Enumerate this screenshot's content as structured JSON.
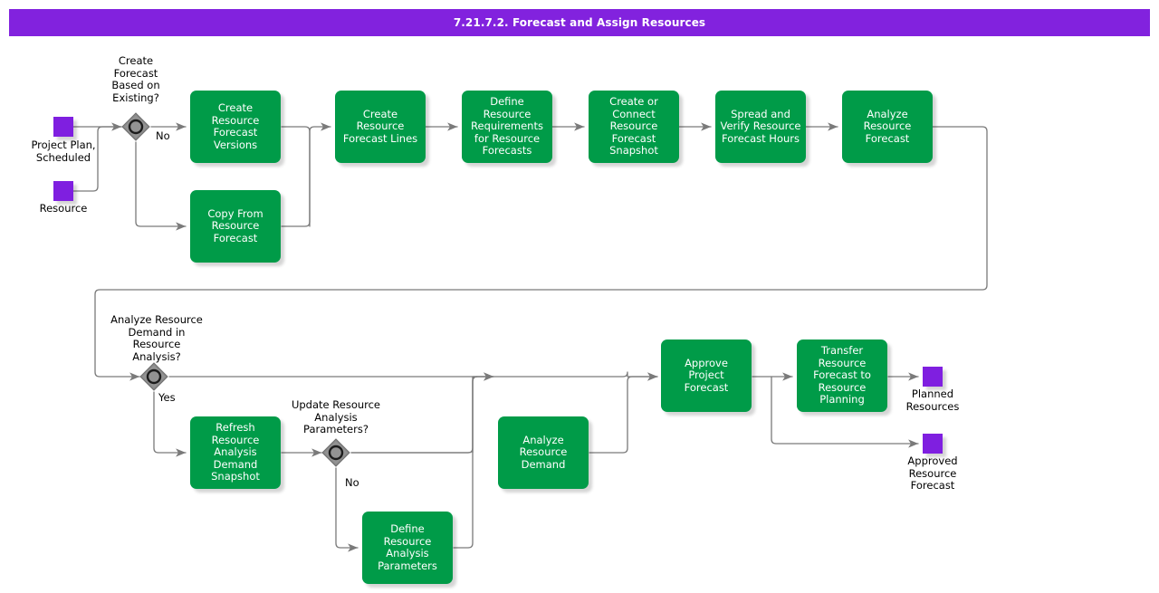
{
  "header": {
    "title": "7.21.7.2. Forecast and Assign Resources",
    "bar_color": "#8222DE"
  },
  "theme": {
    "task_color": "#009B48",
    "data_color": "#7F1FE0",
    "gateway_color": "#808080",
    "edge_color": "#7a7a7a",
    "text_on_task": "#FFFFFF",
    "text_on_canvas": "#000000"
  },
  "data_objects": [
    {
      "id": "project-plan-scheduled",
      "label": "Project Plan,\nScheduled"
    },
    {
      "id": "resource",
      "label": "Resource"
    },
    {
      "id": "planned-resources",
      "label": "Planned\nResources"
    },
    {
      "id": "approved-resource-forecast",
      "label": "Approved\nResource\nForecast"
    }
  ],
  "gateways": [
    {
      "id": "create-forecast-based-on-existing",
      "label": "Create\nForecast\nBased on\nExisting?",
      "branch_label": "No"
    },
    {
      "id": "analyze-resource-demand-in-resource-analysis",
      "label": "Analyze Resource\nDemand in\nResource\nAnalysis?",
      "branch_label": "Yes"
    },
    {
      "id": "update-resource-analysis-parameters",
      "label": "Update Resource\nAnalysis\nParameters?",
      "branch_label": "No"
    }
  ],
  "tasks": [
    {
      "id": "create-resource-forecast-versions",
      "label": "Create Resource\nForecast\nVersions"
    },
    {
      "id": "copy-from-resource-forecast",
      "label": "Copy From\nResource\nForecast"
    },
    {
      "id": "create-resource-forecast-lines",
      "label": "Create Resource\nForecast Lines"
    },
    {
      "id": "define-resource-requirements-for-resource-forecasts",
      "label": "Define Resource\nRequirements\nfor Resource\nForecasts"
    },
    {
      "id": "create-or-connect-resource-forecast-snapshot",
      "label": "Create or\nConnect\nResource\nForecast\nSnapshot"
    },
    {
      "id": "spread-and-verify-resource-forecast-hours",
      "label": "Spread and\nVerify Resource\nForecast Hours"
    },
    {
      "id": "analyze-resource-forecast",
      "label": "Analyze\nResource\nForecast"
    },
    {
      "id": "refresh-resource-analysis-demand-snapshot",
      "label": "Refresh\nResource\nAnalysis\nDemand\nSnapshot"
    },
    {
      "id": "define-resource-analysis-parameters",
      "label": "Define Resource\nAnalysis\nParameters"
    },
    {
      "id": "analyze-resource-demand",
      "label": "Analyze\nResource\nDemand"
    },
    {
      "id": "approve-project-forecast",
      "label": "Approve Project\nForecast"
    },
    {
      "id": "transfer-resource-forecast-to-resource-planning",
      "label": "Transfer\nResource\nForecast to\nResource\nPlanning"
    }
  ]
}
